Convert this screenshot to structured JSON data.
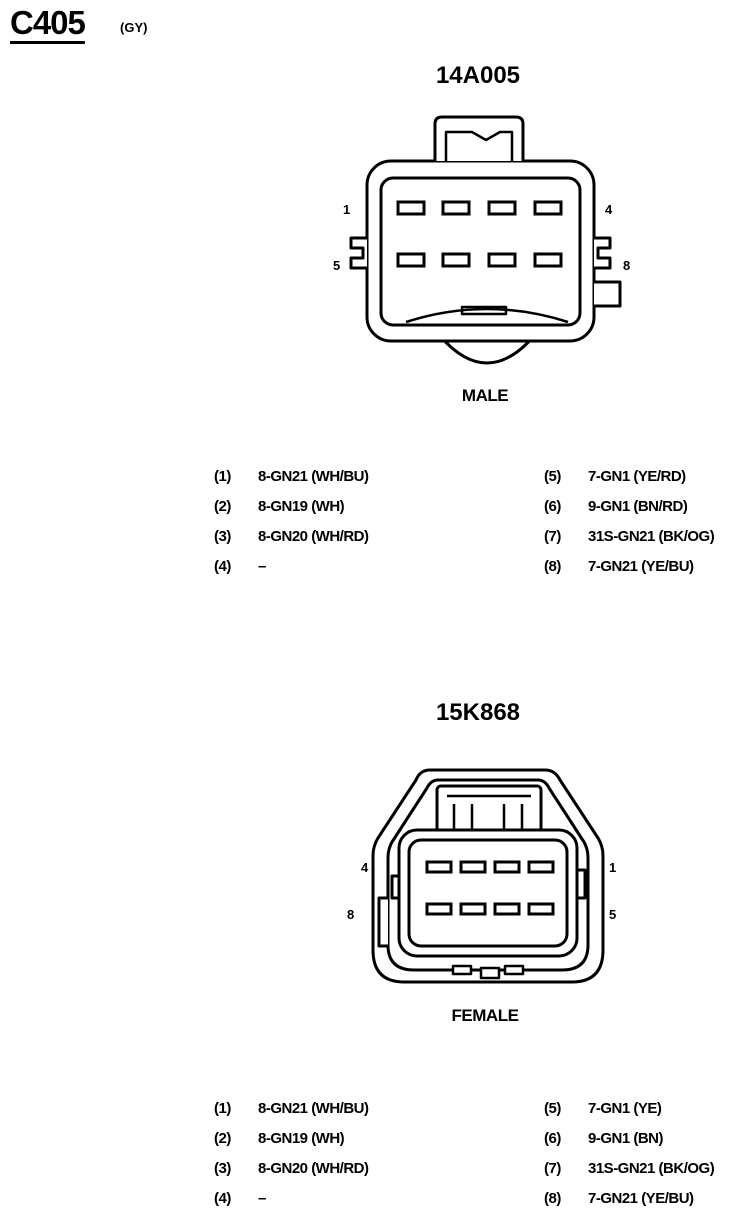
{
  "connector": {
    "id": "C405",
    "color_code": "(GY)"
  },
  "male": {
    "part_number": "14A005",
    "gender_label": "MALE",
    "pin_labels": {
      "p1": "1",
      "p4": "4",
      "p5": "5",
      "p8": "8"
    },
    "pins": [
      {
        "num": "(1)",
        "desc": "8-GN21 (WH/BU)"
      },
      {
        "num": "(2)",
        "desc": "8-GN19 (WH)"
      },
      {
        "num": "(3)",
        "desc": "8-GN20 (WH/RD)"
      },
      {
        "num": "(4)",
        "desc": "–"
      },
      {
        "num": "(5)",
        "desc": "7-GN1 (YE/RD)"
      },
      {
        "num": "(6)",
        "desc": "9-GN1 (BN/RD)"
      },
      {
        "num": "(7)",
        "desc": "31S-GN21 (BK/OG)"
      },
      {
        "num": "(8)",
        "desc": "7-GN21 (YE/BU)"
      }
    ]
  },
  "female": {
    "part_number": "15K868",
    "gender_label": "FEMALE",
    "pin_labels": {
      "p1": "1",
      "p4": "4",
      "p5": "5",
      "p8": "8"
    },
    "pins": [
      {
        "num": "(1)",
        "desc": "8-GN21 (WH/BU)"
      },
      {
        "num": "(2)",
        "desc": "8-GN19 (WH)"
      },
      {
        "num": "(3)",
        "desc": "8-GN20 (WH/RD)"
      },
      {
        "num": "(4)",
        "desc": "–"
      },
      {
        "num": "(5)",
        "desc": "7-GN1 (YE)"
      },
      {
        "num": "(6)",
        "desc": "9-GN1 (BN)"
      },
      {
        "num": "(7)",
        "desc": "31S-GN21 (BK/OG)"
      },
      {
        "num": "(8)",
        "desc": "7-GN21 (YE/BU)"
      }
    ]
  }
}
